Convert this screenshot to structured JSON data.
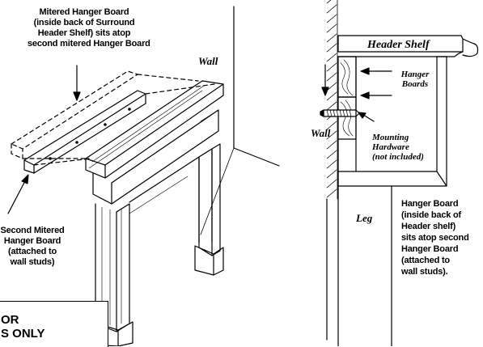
{
  "left": {
    "top_label": [
      "Mitered Hanger Board",
      "(inside back of Surround",
      "Header Shelf) sits atop",
      "second mitered Hanger Board"
    ],
    "wall_label": "Wall",
    "second_label": [
      "Second Mitered",
      "Hanger Board",
      "(attached to",
      "wall studs)"
    ],
    "notice": [
      "OR",
      "S ONLY"
    ]
  },
  "right": {
    "header_shelf": "Header Shelf",
    "hanger_boards": [
      "Hanger",
      "Boards"
    ],
    "wall": "Wall",
    "mounting": [
      "Mounting",
      "Hardware",
      "(not included)"
    ],
    "leg": "Leg",
    "callout": [
      "Hanger Board",
      "(inside back of",
      "Header shelf)",
      "sits atop second",
      "Hanger Board",
      "(attached to",
      "wall studs)."
    ]
  }
}
